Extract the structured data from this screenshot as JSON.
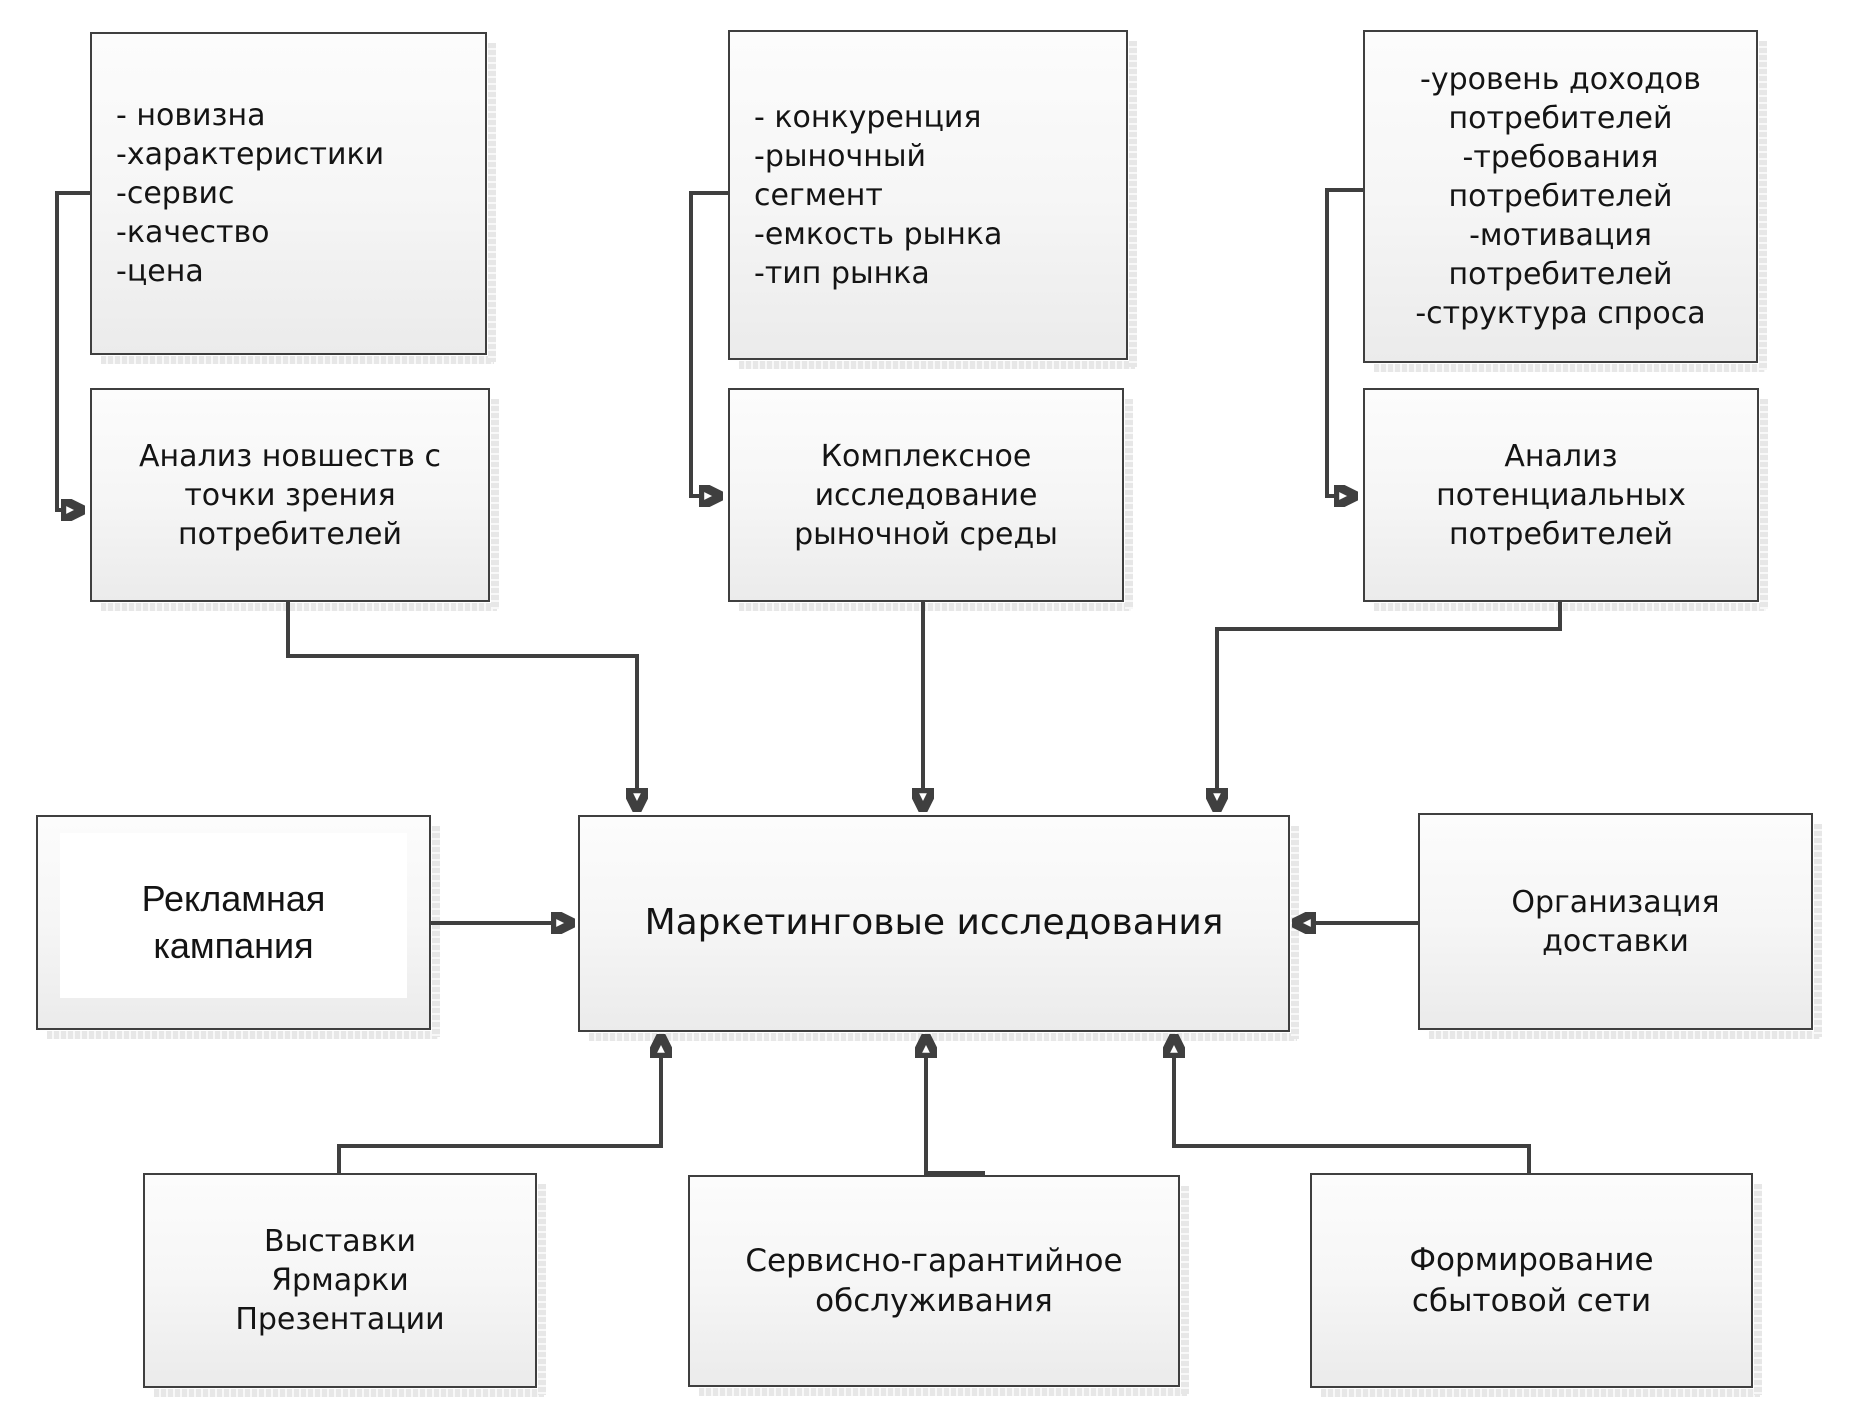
{
  "diagram": {
    "type": "flowchart",
    "language": "ru",
    "colors": {
      "canvas": "#ffffff",
      "node_border": "#3f3f3f",
      "node_fill_top": "#fcfcfc",
      "node_fill_bottom": "#ebebeb",
      "connector": "#3f3f3f",
      "text": "#141414"
    },
    "nodes": {
      "product_attributes": {
        "text": "- новизна\n-характеристики\n-сервис\n-качество\n-цена"
      },
      "market_factors": {
        "text": "- конкуренция\n-рыночный\nсегмент\n-емкость рынка\n-тип рынка"
      },
      "consumer_factors": {
        "text": "-уровень доходов\nпотребителей\n-требования\nпотребителей\n-мотивация\nпотребителей\n-структура спроса"
      },
      "novelty_analysis": {
        "text": "Анализ новшеств с\nточки зрения\nпотребителей"
      },
      "complex_research": {
        "text": "Комплексное\nисследование\nрыночной среды"
      },
      "potential_consumers": {
        "text": "Анализ\nпотенциальных\nпотребителей"
      },
      "ad_campaign": {
        "text": "Рекламная\nкампания"
      },
      "marketing_research": {
        "text": "Маркетинговые исследования"
      },
      "delivery_organization": {
        "text": "Организация\nдоставки"
      },
      "exhibitions": {
        "text": "Выставки\nЯрмарки\nПрезентации"
      },
      "service_warranty": {
        "text": "Сервисно-гарантийное\nобслуживания"
      },
      "sales_network": {
        "text": "Формирование\nсбытовой сети"
      }
    },
    "edges": [
      {
        "from": "product_attributes",
        "to": "novelty_analysis",
        "style": "elbow-left"
      },
      {
        "from": "market_factors",
        "to": "complex_research",
        "style": "elbow-left"
      },
      {
        "from": "consumer_factors",
        "to": "potential_consumers",
        "style": "elbow-left"
      },
      {
        "from": "novelty_analysis",
        "to": "marketing_research",
        "style": "elbow-down"
      },
      {
        "from": "complex_research",
        "to": "marketing_research",
        "style": "straight-down"
      },
      {
        "from": "potential_consumers",
        "to": "marketing_research",
        "style": "elbow-down"
      },
      {
        "from": "ad_campaign",
        "to": "marketing_research",
        "style": "straight-right"
      },
      {
        "from": "delivery_organization",
        "to": "marketing_research",
        "style": "straight-left"
      },
      {
        "from": "exhibitions",
        "to": "marketing_research",
        "style": "elbow-up"
      },
      {
        "from": "service_warranty",
        "to": "marketing_research",
        "style": "elbow-up"
      },
      {
        "from": "sales_network",
        "to": "marketing_research",
        "style": "elbow-up"
      }
    ]
  }
}
